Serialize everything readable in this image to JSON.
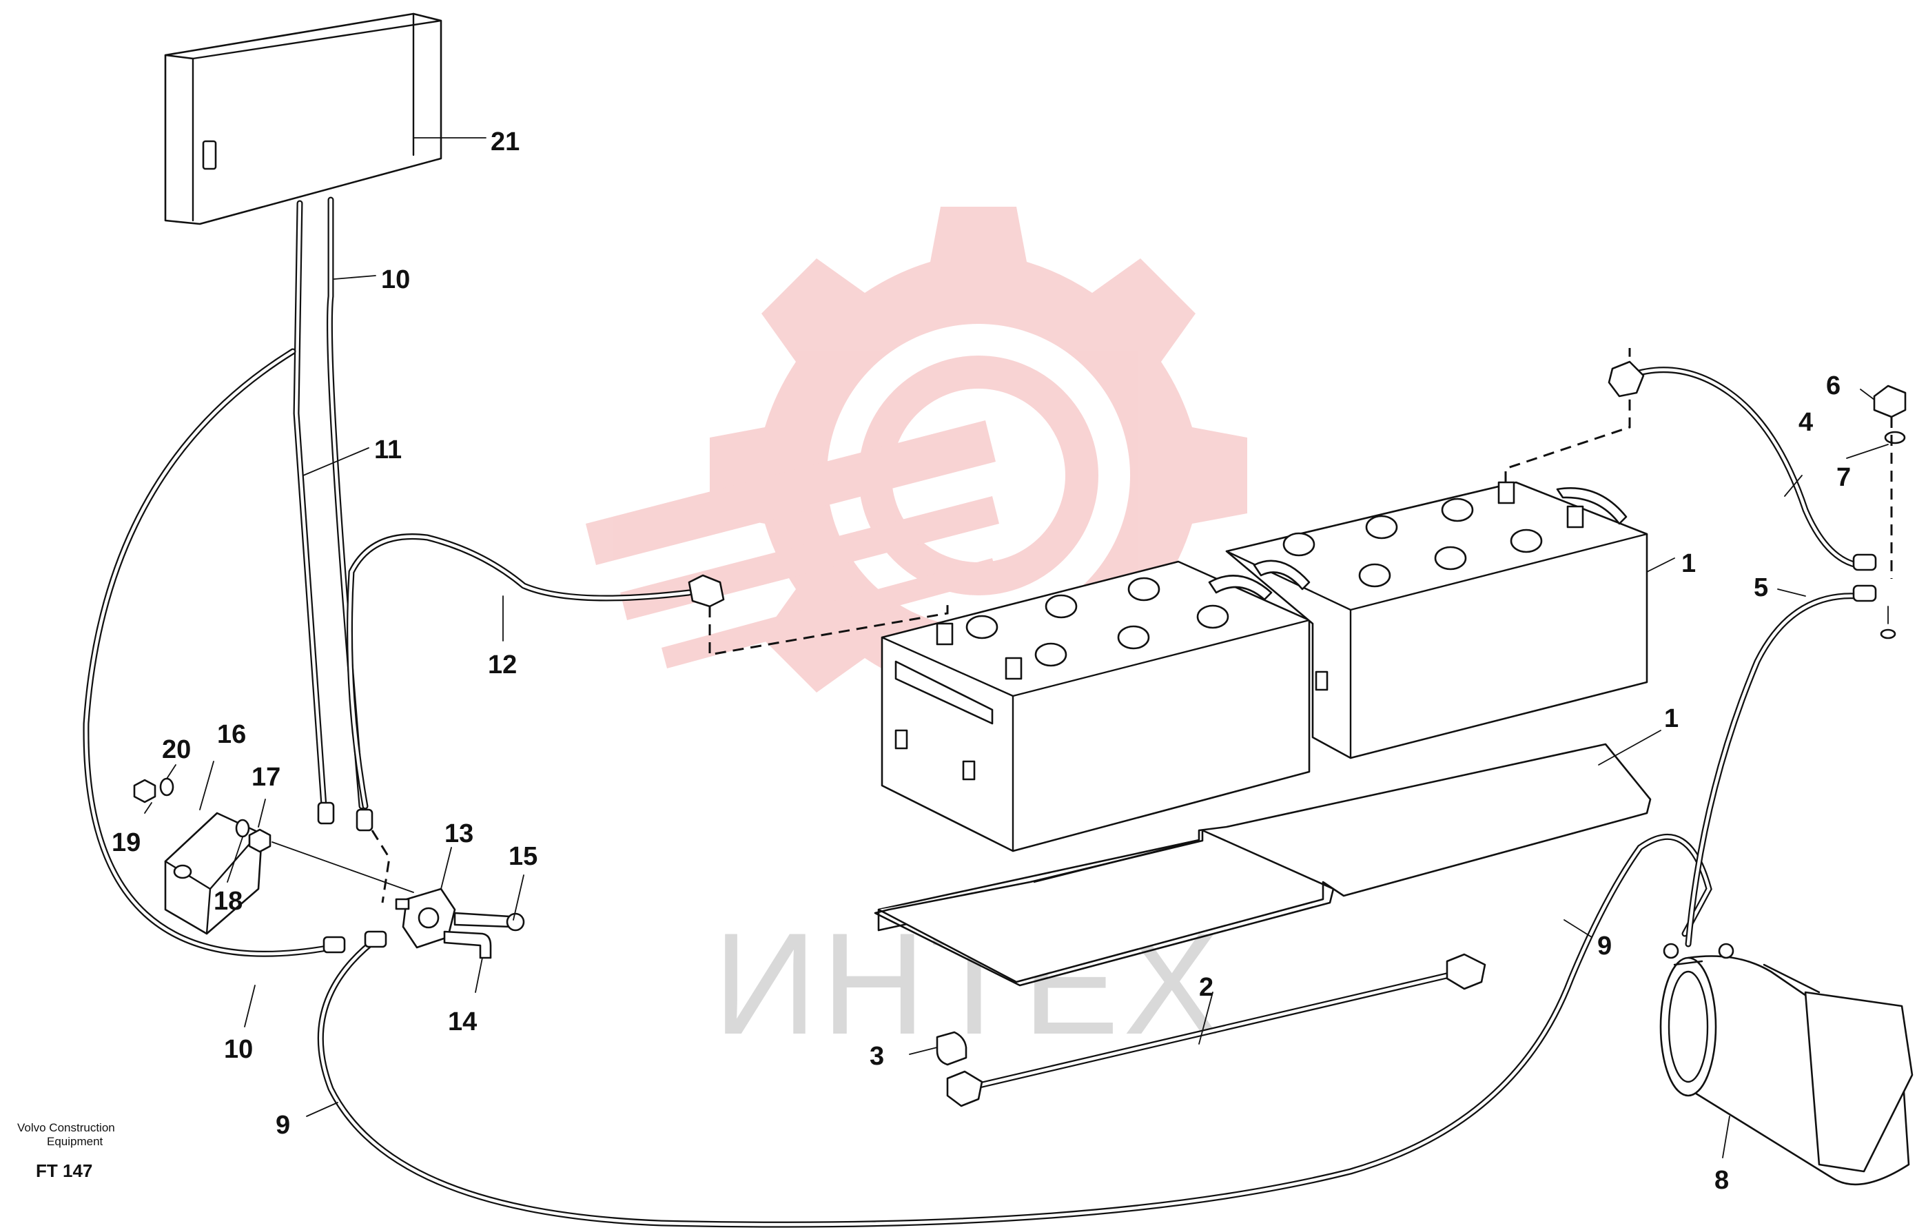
{
  "figure": {
    "caption_line1": "Volvo Construction",
    "caption_line2": "Equipment",
    "code": "FT 147",
    "watermark_text": "ИНТЕХ",
    "watermark_color": "#f3b0b0"
  },
  "callouts": [
    {
      "id": "21",
      "label": "21"
    },
    {
      "id": "10a",
      "label": "10"
    },
    {
      "id": "11",
      "label": "11"
    },
    {
      "id": "12",
      "label": "12"
    },
    {
      "id": "16",
      "label": "16"
    },
    {
      "id": "20",
      "label": "20"
    },
    {
      "id": "17",
      "label": "17"
    },
    {
      "id": "19",
      "label": "19"
    },
    {
      "id": "18",
      "label": "18"
    },
    {
      "id": "13",
      "label": "13"
    },
    {
      "id": "15",
      "label": "15"
    },
    {
      "id": "14",
      "label": "14"
    },
    {
      "id": "10b",
      "label": "10"
    },
    {
      "id": "9a",
      "label": "9"
    },
    {
      "id": "6",
      "label": "6"
    },
    {
      "id": "4",
      "label": "4"
    },
    {
      "id": "7",
      "label": "7"
    },
    {
      "id": "5",
      "label": "5"
    },
    {
      "id": "1a",
      "label": "1"
    },
    {
      "id": "1b",
      "label": "1"
    },
    {
      "id": "9b",
      "label": "9"
    },
    {
      "id": "2",
      "label": "2"
    },
    {
      "id": "3",
      "label": "3"
    },
    {
      "id": "8",
      "label": "8"
    }
  ]
}
